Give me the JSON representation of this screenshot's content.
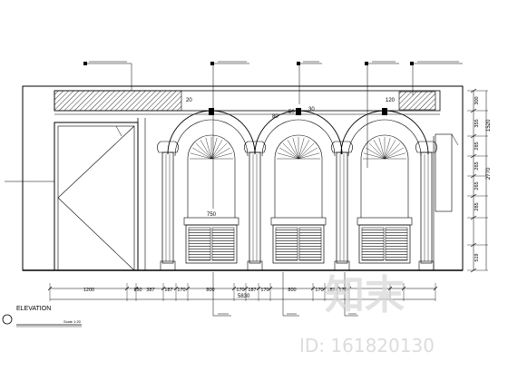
{
  "elevation": {
    "title": "ELEVATION",
    "scale": "Scale 1:20"
  },
  "bottom_dimensions": [
    "1200",
    "150",
    "387",
    "187",
    "170",
    "800",
    "170",
    "187",
    "170",
    "800",
    "170",
    "187",
    "170"
  ],
  "bottom_total": "5830",
  "right_dimensions": [
    "300",
    "355",
    "285",
    "265",
    "265",
    "285",
    "519"
  ],
  "right_overall": [
    "1520",
    "2770"
  ],
  "annotations": {
    "cabinet_height": "750",
    "label_20": "20",
    "label_120": "120",
    "label_80": "80",
    "label_50": "50",
    "label_30": "30"
  },
  "watermark": {
    "brand": "知末",
    "id": "ID: 161820130"
  }
}
